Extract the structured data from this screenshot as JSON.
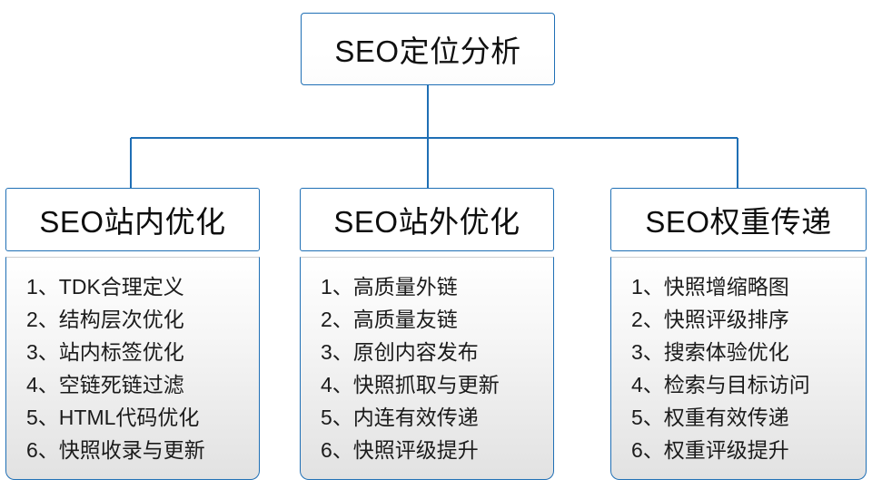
{
  "diagram": {
    "type": "org-chart",
    "accent_color": "#1f6fb5",
    "text_color": "#101010",
    "list_background": "#e8e8e8",
    "root": {
      "title": "SEO定位分析"
    },
    "branches": [
      {
        "header": "SEO站内优化",
        "items": [
          "1、TDK合理定义",
          "2、结构层次优化",
          "3、站内标签优化",
          "4、空链死链过滤",
          "5、HTML代码优化",
          "6、快照收录与更新"
        ]
      },
      {
        "header": "SEO站外优化",
        "items": [
          "1、高质量外链",
          "2、高质量友链",
          "3、原创内容发布",
          "4、快照抓取与更新",
          "5、内连有效传递",
          "6、快照评级提升"
        ]
      },
      {
        "header": "SEO权重传递",
        "items": [
          "1、快照增缩略图",
          "2、快照评级排序",
          "3、搜索体验优化",
          "4、检索与目标访问",
          "5、权重有效传递",
          "6、权重评级提升"
        ]
      }
    ]
  }
}
